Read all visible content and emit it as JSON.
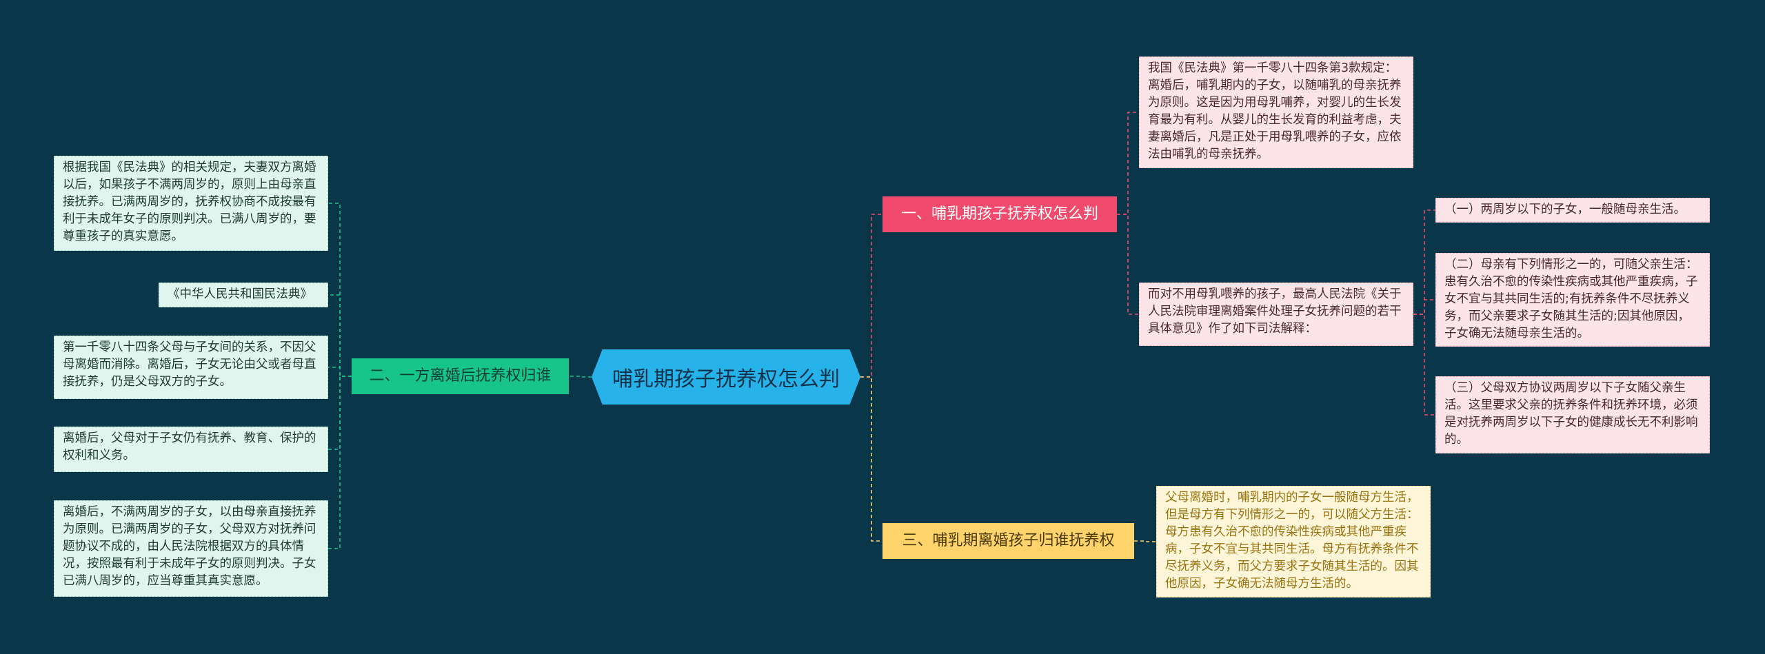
{
  "root": {
    "label": "哺乳期孩子抚养权怎么判"
  },
  "branches": {
    "b1": {
      "label": "一、哺乳期孩子抚养权怎么判",
      "color": "#f04a6c"
    },
    "b2": {
      "label": "二、一方离婚后抚养权归谁",
      "color": "#17c48a"
    },
    "b3": {
      "label": "三、哺乳期离婚孩子归谁抚养权",
      "color": "#ffd36b"
    }
  },
  "leaves": {
    "b1_1": "我国《民法典》第一千零八十四条第3款规定：离婚后，哺乳期内的子女，以随哺乳的母亲抚养为原则。这是因为用母乳哺养，对婴儿的生长发育最为有利。从婴儿的生长发育的利益考虑，夫妻离婚后，凡是正处于用母乳喂养的子女，应依法由哺乳的母亲抚养。",
    "b1_2": "而对不用母乳喂养的孩子，最高人民法院《关于人民法院审理离婚案件处理子女抚养问题的若干具体意见》作了如下司法解释：",
    "b1_2_1": "（一）两周岁以下的子女，一般随母亲生活。",
    "b1_2_2": "（二）母亲有下列情形之一的，可随父亲生活：患有久治不愈的传染性疾病或其他严重疾病，子女不宜与其共同生活的;有抚养条件不尽抚养义务，而父亲要求子女随其生活的;因其他原因，子女确无法随母亲生活的。",
    "b1_2_3": "（三）父母双方协议两周岁以下子女随父亲生活。这里要求父亲的抚养条件和抚养环境，必须是对抚养两周岁以下子女的健康成长无不利影响的。",
    "b2_1": "根据我国《民法典》的相关规定，夫妻双方离婚以后，如果孩子不满两周岁的，原则上由母亲直接抚养。已满两周岁的，抚养权协商不成按最有利于未成年女子的原则判决。已满八周岁的，要尊重孩子的真实意愿。",
    "b2_2": "《中华人民共和国民法典》",
    "b2_3": "第一千零八十四条父母与子女间的关系，不因父母离婚而消除。离婚后，子女无论由父或者母直接抚养，仍是父母双方的子女。",
    "b2_4": "离婚后，父母对于子女仍有抚养、教育、保护的权利和义务。",
    "b2_5": "离婚后，不满两周岁的子女，以由母亲直接抚养为原则。已满两周岁的子女，父母双方对抚养问题协议不成的，由人民法院根据双方的具体情况，按照最有利于未成年子女的原则判决。子女已满八周岁的，应当尊重其真实意愿。",
    "b3_1": "父母离婚时，哺乳期内的子女一般随母方生活，但是母方有下列情形之一的，可以随父方生活：母方患有久治不愈的传染性疾病或其他严重疾病，子女不宜与其共同生活。母方有抚养条件不尽抚养义务，而父方要求子女随其生活的。因其他原因，子女确无法随母方生活的。"
  }
}
